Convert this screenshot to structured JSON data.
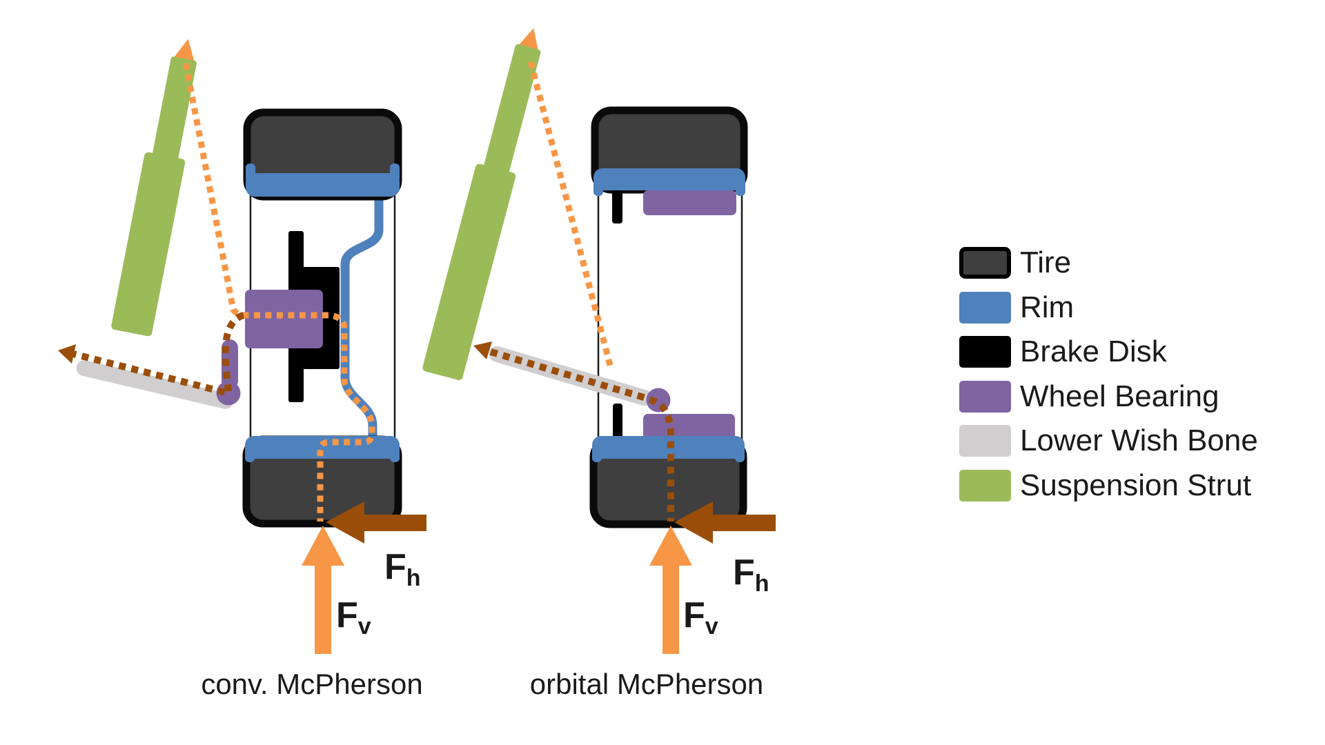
{
  "diagrams": {
    "left": {
      "caption": "conv. McPherson"
    },
    "right": {
      "caption": "orbital McPherson"
    }
  },
  "forces": {
    "symbol": "F",
    "vertical_subscript": "v",
    "horizontal_subscript": "h"
  },
  "legend": {
    "items": [
      {
        "label": "Tire",
        "color": "#3F3F3F"
      },
      {
        "label": "Rim",
        "color": "#4F81BD"
      },
      {
        "label": "Brake Disk",
        "color": "#000000"
      },
      {
        "label": "Wheel Bearing",
        "color": "#8064A2"
      },
      {
        "label": "Lower Wish Bone",
        "color": "#D0CECE"
      },
      {
        "label": "Suspension Strut",
        "color": "#9BBB59"
      }
    ]
  },
  "colors": {
    "tire_fill": "#3F3F3F",
    "tire_border": "#0A0A0A",
    "rim": "#4F81BD",
    "brake": "#000000",
    "bearing": "#8064A2",
    "wishbone": "#D0CECE",
    "strut": "#9BBB59",
    "force_vertical": "#F79646",
    "force_horizontal": "#9A4E0A",
    "outline": "#1A1A1A"
  }
}
